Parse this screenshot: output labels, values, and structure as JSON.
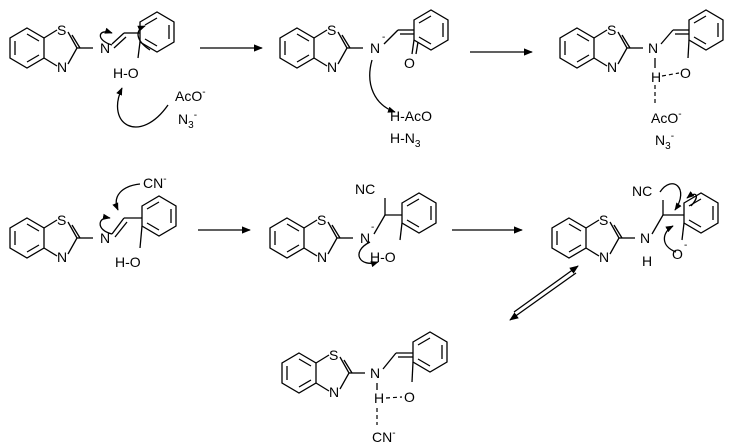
{
  "atoms": {
    "S": "S",
    "N": "N",
    "O": "O",
    "H": "H",
    "HO": "H-O",
    "NC": "NC",
    "CN": "CN",
    "charge": "-"
  },
  "reagents": {
    "aco": "AcO",
    "n3_base": "N",
    "n3_sub": "3",
    "haco": "H-AcO",
    "hn3_base": "H-N",
    "hn3_sub": "3",
    "cn": "CN"
  }
}
